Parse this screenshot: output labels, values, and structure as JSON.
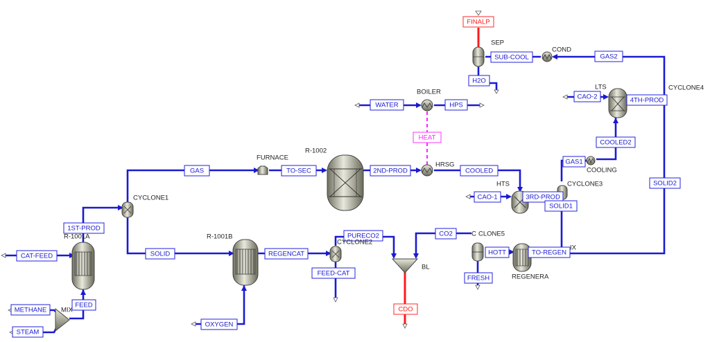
{
  "streams": {
    "finalp": "FINALP",
    "sub_cool": "SUB-COOL",
    "gas2": "GAS2",
    "h2o": "H2O",
    "water": "WATER",
    "hps": "HPS",
    "heat": "HEAT",
    "cao_2": "CAO-2",
    "fourth_prod": "4TH-PROD",
    "cooled2": "COOLED2",
    "gas1": "GAS1",
    "gas": "GAS",
    "to_sec": "TO-SEC",
    "second_prod": "2ND-PROD",
    "cooled": "COOLED",
    "solid2": "SOLID2",
    "cao_1": "CAO-1",
    "third_prod": "3RD-PROD",
    "solid1": "SOLID1",
    "first_prod": "1ST-PROD",
    "cat_feed": "CAT-FEED",
    "solid": "SOLID",
    "regencat": "REGENCAT",
    "pureco2": "PURECO2",
    "co2": "CO2",
    "hott": "HOTT",
    "to_regen": "TO-REGEN",
    "feed_cat": "FEED-CAT",
    "fresh": "FRESH",
    "feed": "FEED",
    "methane": "METHANE",
    "steam": "STEAM",
    "oxygen": "OXYGEN",
    "cdo": "CDO"
  },
  "units": {
    "sep": "SEP",
    "cond": "COND",
    "boiler": "BOILER",
    "lts": "LTS",
    "cyclone4": "CYCLONE4",
    "cooling": "COOLING",
    "furnace": "FURNACE",
    "r_1002": "R-1002",
    "hrsg": "HRSG",
    "hts": "HTS",
    "cyclone3": "CYCLONE3",
    "cyclone1": "CYCLONE1",
    "r_1001a": "R-1001A",
    "r_1001b": "R-1001B",
    "cyclone2": "CYCLONE2",
    "clone5": "CLONE5",
    "clone5_c": "C",
    "bl": "BL",
    "regenera": "REGENERA",
    "mix_label": "MIX",
    "mix_frag": "IX"
  },
  "colors": {
    "material_stream": "#1a1ad0",
    "product_stream": "#ff1a1a",
    "heat_stream": "#ff22ff"
  }
}
